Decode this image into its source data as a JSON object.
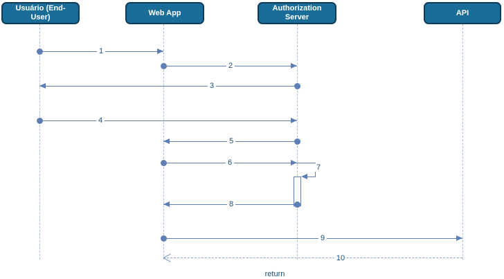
{
  "diagram": {
    "type": "sequence-diagram",
    "participants": [
      {
        "id": "user",
        "label": "Usuário (End-User)"
      },
      {
        "id": "webapp",
        "label": "Web App"
      },
      {
        "id": "auth",
        "label": "Authorization Server"
      },
      {
        "id": "api",
        "label": "API"
      }
    ],
    "messages": [
      {
        "num": "1",
        "from": "user",
        "to": "webapp",
        "style": "solid"
      },
      {
        "num": "2",
        "from": "webapp",
        "to": "auth",
        "style": "solid"
      },
      {
        "num": "3",
        "from": "auth",
        "to": "user",
        "style": "solid"
      },
      {
        "num": "4",
        "from": "user",
        "to": "auth",
        "style": "solid"
      },
      {
        "num": "5",
        "from": "auth",
        "to": "webapp",
        "style": "solid"
      },
      {
        "num": "6",
        "from": "webapp",
        "to": "auth",
        "style": "solid"
      },
      {
        "num": "7",
        "from": "auth",
        "to": "auth",
        "style": "self-loop"
      },
      {
        "num": "8",
        "from": "auth",
        "to": "webapp",
        "style": "solid"
      },
      {
        "num": "9",
        "from": "webapp",
        "to": "api",
        "style": "solid"
      },
      {
        "num": "10",
        "from": "api",
        "to": "webapp",
        "style": "dashed-return",
        "caption": "return"
      }
    ],
    "return_label": "return",
    "colors": {
      "participant_fill": "#1b6d99",
      "participant_border": "#0e3c57",
      "participant_text": "#ffffff",
      "message_line": "#5d7fb5",
      "message_label_text": "#1d4e74",
      "lifeline": "#a9bfd9",
      "background": "#ffffff"
    }
  }
}
